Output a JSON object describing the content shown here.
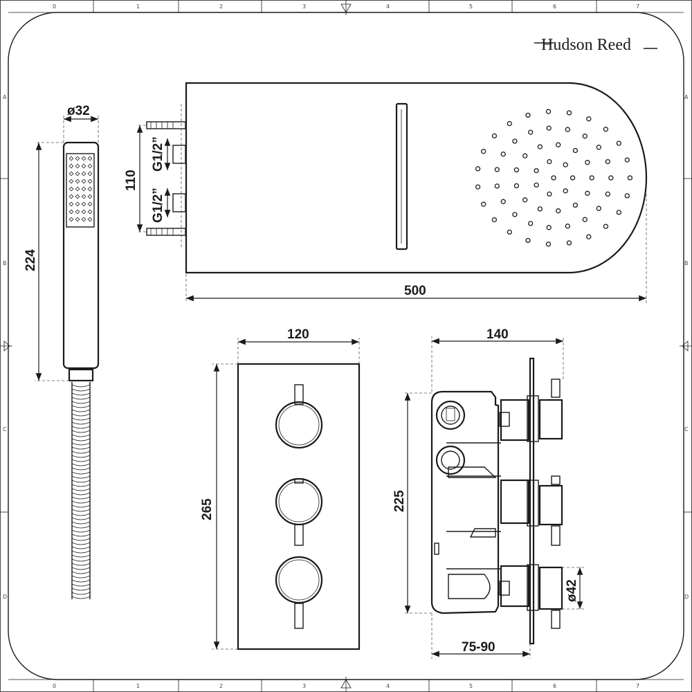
{
  "brand": "Hudson Reed",
  "border": {
    "top_ticks": [
      "0",
      "1",
      "2",
      "3",
      "4",
      "5",
      "6",
      "7"
    ],
    "bottom_ticks": [
      "0",
      "1",
      "2",
      "3",
      "4",
      "5",
      "6",
      "7"
    ],
    "side_ticks": [
      "A",
      "B",
      "C",
      "D"
    ]
  },
  "dimensions": {
    "handset_diameter": "ø32",
    "handset_length": "224",
    "inlet_spacing": "110",
    "inlet_thread_top": "G1/2”",
    "inlet_thread_bottom": "G1/2”",
    "shower_head_width": "500",
    "plate_width": "120",
    "plate_height": "265",
    "valve_depth": "140",
    "valve_height": "225",
    "handle_diameter": "ø42",
    "wall_depth_range": "75-90"
  }
}
